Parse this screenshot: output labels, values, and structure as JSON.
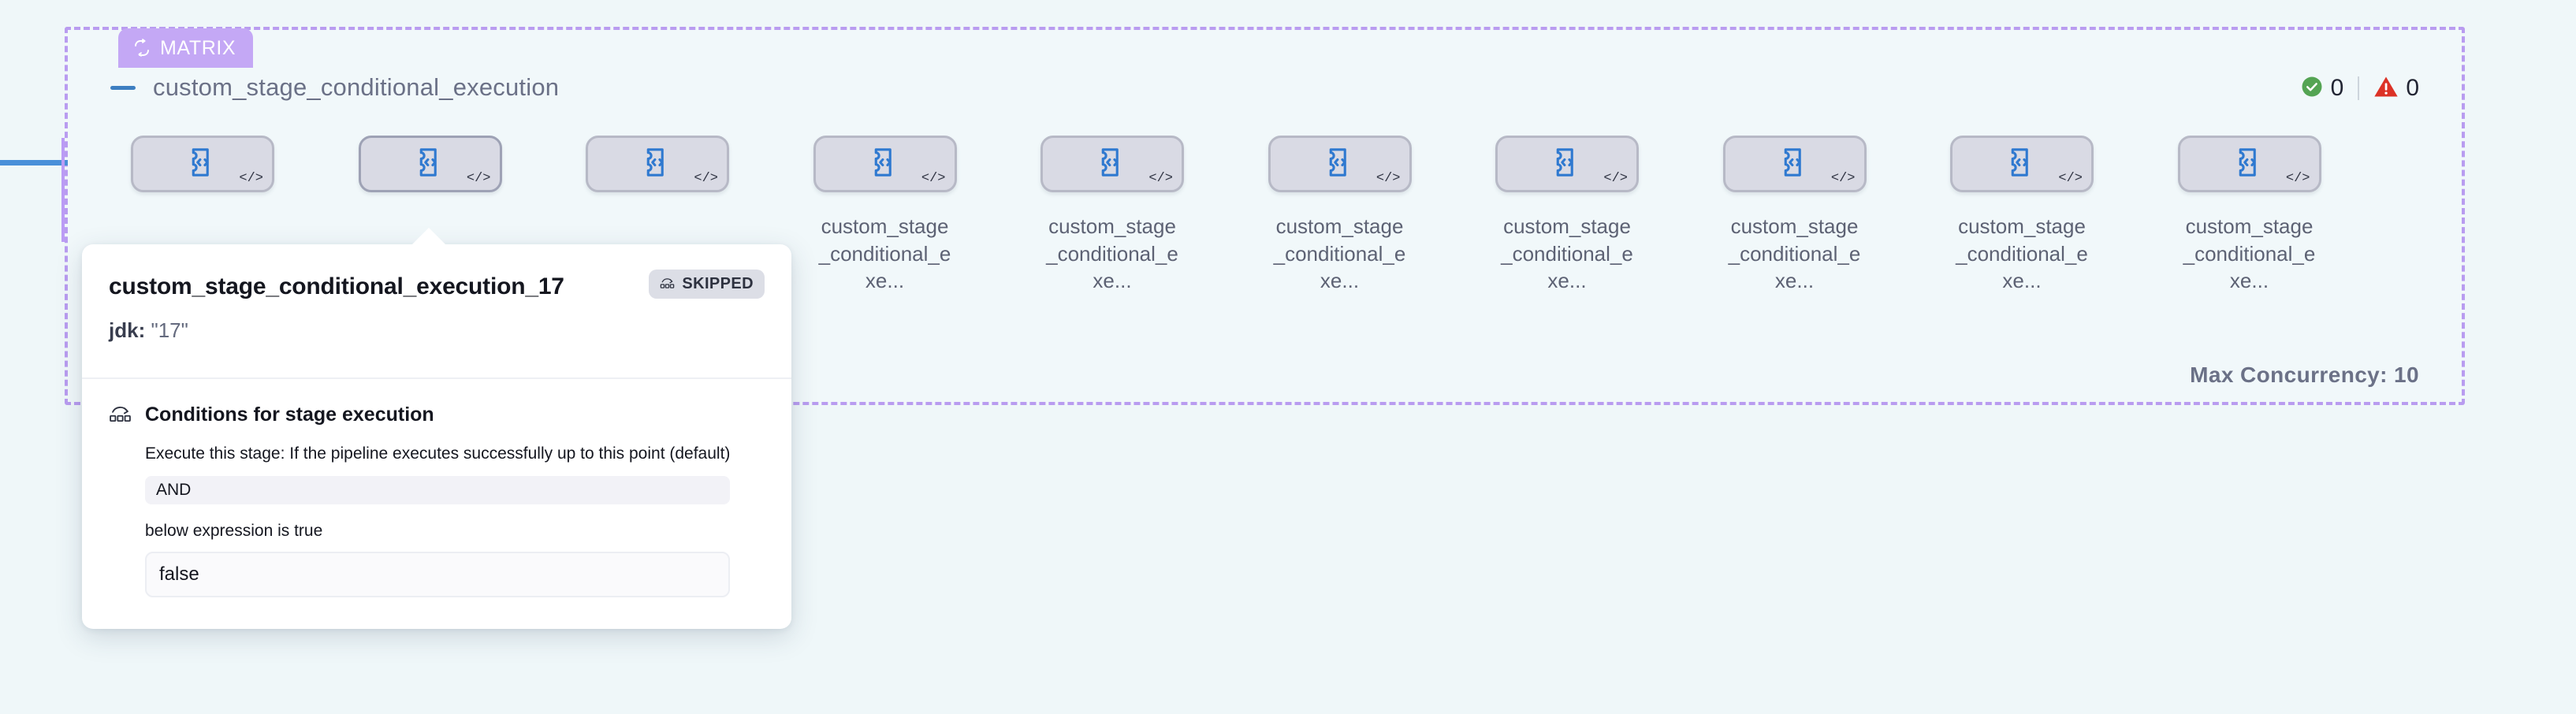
{
  "canvas": {
    "background_color": "#eff7f9",
    "incoming_connector_color": "#4a90d9"
  },
  "matrix_group": {
    "badge_label": "MATRIX",
    "badge_icon": "loop-refresh-icon",
    "badge_color": "#c4a8f5",
    "border_color": "#b99cf0",
    "max_concurrency_label": "Max Concurrency: 10"
  },
  "stage_header": {
    "title": "custom_stage_conditional_execution",
    "collapse_icon": "minus-icon",
    "status": {
      "success_icon": "check-circle-icon",
      "success_color": "#54a453",
      "success_count": "0",
      "warning_icon": "warning-triangle-icon",
      "warning_color": "#dc3226",
      "warning_count": "0"
    }
  },
  "nodes": [
    {
      "label": "",
      "icon": "custom-stage-code-icon",
      "badge_icon": "code-brackets-icon",
      "selected": false,
      "label_hidden": true
    },
    {
      "label": "",
      "icon": "custom-stage-code-icon",
      "badge_icon": "code-brackets-icon",
      "selected": true,
      "label_hidden": true
    },
    {
      "label": "",
      "icon": "custom-stage-code-icon",
      "badge_icon": "code-brackets-icon",
      "selected": false,
      "label_hidden": true
    },
    {
      "label": "custom_stage_conditional_exe...",
      "icon": "custom-stage-code-icon",
      "badge_icon": "code-brackets-icon",
      "selected": false,
      "label_hidden": false
    },
    {
      "label": "custom_stage_conditional_exe...",
      "icon": "custom-stage-code-icon",
      "badge_icon": "code-brackets-icon",
      "selected": false,
      "label_hidden": false
    },
    {
      "label": "custom_stage_conditional_exe...",
      "icon": "custom-stage-code-icon",
      "badge_icon": "code-brackets-icon",
      "selected": false,
      "label_hidden": false
    },
    {
      "label": "custom_stage_conditional_exe...",
      "icon": "custom-stage-code-icon",
      "badge_icon": "code-brackets-icon",
      "selected": false,
      "label_hidden": false
    },
    {
      "label": "custom_stage_conditional_exe...",
      "icon": "custom-stage-code-icon",
      "badge_icon": "code-brackets-icon",
      "selected": false,
      "label_hidden": false
    },
    {
      "label": "custom_stage_conditional_exe...",
      "icon": "custom-stage-code-icon",
      "badge_icon": "code-brackets-icon",
      "selected": false,
      "label_hidden": false
    },
    {
      "label": "custom_stage_conditional_exe...",
      "icon": "custom-stage-code-icon",
      "badge_icon": "code-brackets-icon",
      "selected": false,
      "label_hidden": false
    }
  ],
  "popover": {
    "title": "custom_stage_conditional_execution_17",
    "status_badge": {
      "label": "SKIPPED",
      "icon": "skip-stage-icon"
    },
    "matrix_param_key": "jdk:",
    "matrix_param_value": "\"17\"",
    "conditions": {
      "heading": "Conditions for stage execution",
      "heading_icon": "skip-stage-icon",
      "description": "Execute this stage: If the pipeline executes successfully up to this point (default)",
      "operator": "AND",
      "note": "below expression is true",
      "expression": "false"
    }
  }
}
